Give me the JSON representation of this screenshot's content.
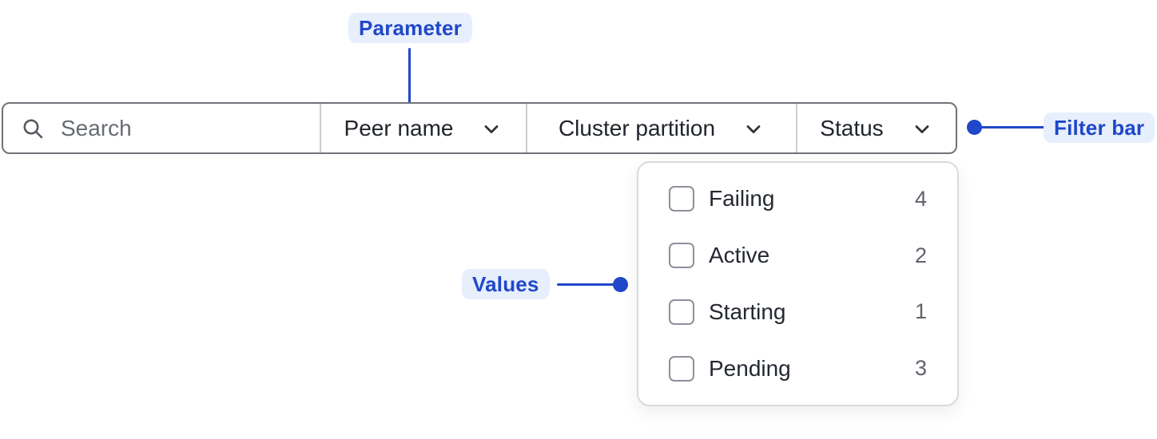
{
  "annotations": {
    "parameter": {
      "label": "Parameter"
    },
    "filter_bar": {
      "label": "Filter bar"
    },
    "values": {
      "label": "Values"
    }
  },
  "filter_bar": {
    "search": {
      "placeholder": "Search"
    },
    "dropdowns": [
      {
        "label": "Peer name"
      },
      {
        "label": "Cluster partition"
      },
      {
        "label": "Status"
      }
    ]
  },
  "status_menu": {
    "items": [
      {
        "label": "Failing",
        "count": "4",
        "checked": false
      },
      {
        "label": "Active",
        "count": "2",
        "checked": false
      },
      {
        "label": "Starting",
        "count": "1",
        "checked": false
      },
      {
        "label": "Pending",
        "count": "3",
        "checked": false
      }
    ]
  },
  "colors": {
    "accent_blue": "#1f47c8",
    "annotation_bg": "#e7eefc",
    "bar_border": "#6f737a",
    "divider": "#cbcdd2",
    "panel_border": "#d9dade",
    "text_dark": "#20242b",
    "text_muted": "#676c72"
  }
}
